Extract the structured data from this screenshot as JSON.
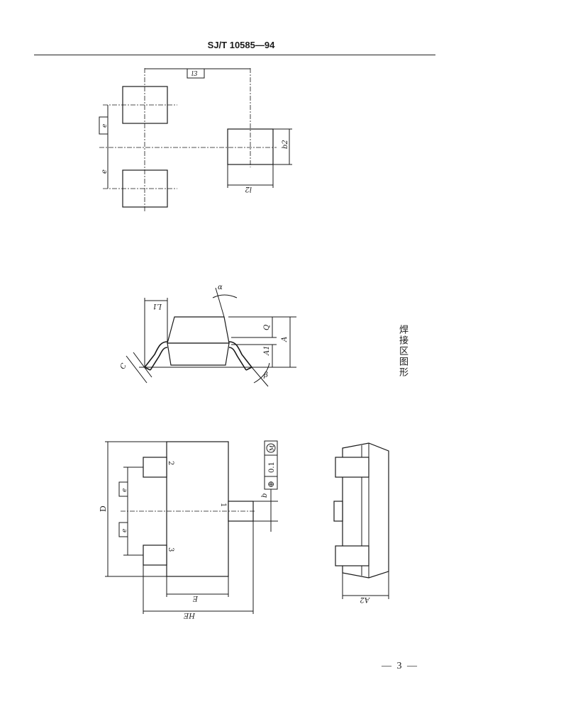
{
  "document": {
    "header_code": "SJ/T 10585—94",
    "page_number": "— 3 —",
    "caption_solder_pattern": "焊接区图形"
  },
  "figure_solder_pattern": {
    "labels": {
      "l3": "l3",
      "e_upper": "e",
      "e_lower": "e",
      "b2": "b2",
      "l2": "l2"
    }
  },
  "figure_side_view": {
    "labels": {
      "L1": "L1",
      "alpha": "α",
      "Q": "Q",
      "A": "A",
      "A1": "A1",
      "C": "C",
      "beta": "β"
    }
  },
  "figure_top_view": {
    "labels": {
      "D": "D",
      "e_upper": "e",
      "e_lower": "e",
      "E": "E",
      "HE": "HE",
      "pin1": "1",
      "pin2": "2",
      "pin3": "3",
      "b": "b",
      "tolerance_symbol": "⊕",
      "tolerance_value": "0.1",
      "tolerance_modifier": "M"
    }
  },
  "figure_end_view": {
    "labels": {
      "A2": "A2"
    }
  }
}
